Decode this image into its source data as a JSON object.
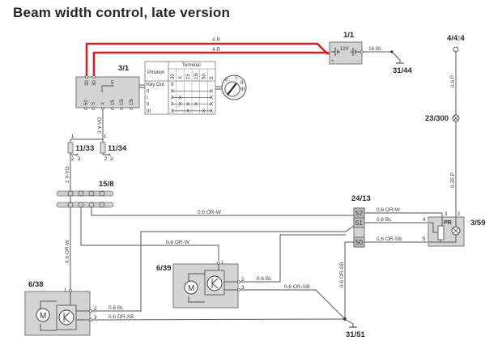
{
  "title": "Beam width control, late version",
  "components": {
    "battery": {
      "id": "1/1",
      "voltage": "12V",
      "plus": "+",
      "minus": "-"
    },
    "ground_top": {
      "id": "31/44"
    },
    "ignition_switch": {
      "id": "3/1",
      "top_terminals": [
        "30",
        "30"
      ],
      "inner_label": "5",
      "bottom_terminals": [
        "50",
        "S",
        "X",
        "15",
        "15i",
        "15i"
      ]
    },
    "terminal_table": {
      "position_header": "Position",
      "terminal_header": "Terminal",
      "columns": [
        "30",
        "X",
        "15",
        "15i",
        "50",
        "5"
      ],
      "rows": [
        {
          "pos": "Key Out",
          "marks": [
            "X",
            "",
            "",
            "",
            "",
            ""
          ]
        },
        {
          "pos": "0",
          "marks": [
            "X",
            "",
            "",
            "",
            "",
            "X"
          ]
        },
        {
          "pos": "I",
          "marks": [
            "X",
            "X",
            "",
            "",
            "",
            "X"
          ]
        },
        {
          "pos": "II",
          "marks": [
            "X",
            "X",
            "X",
            "X",
            "",
            "X"
          ]
        },
        {
          "pos": "III",
          "marks": [
            "X",
            "",
            "X",
            "",
            "X",
            "X"
          ]
        }
      ]
    },
    "key_dial": {
      "marks": [
        "0",
        "I",
        "II",
        "III"
      ]
    },
    "fuse_a": {
      "id": "11/33",
      "pin1": "1",
      "pin2": "2",
      "pin3": "3"
    },
    "fuse_b": {
      "id": "11/34",
      "pin1": "1",
      "pin2": "2",
      "pin3": "3"
    },
    "connector_bus": {
      "id": "15/8"
    },
    "connector_24_13": {
      "id": "24/13",
      "pins": [
        "52",
        "51",
        "50"
      ]
    },
    "top_right_node": {
      "id": "4/4:4"
    },
    "bulb_23_300": {
      "id": "23/300"
    },
    "control_unit": {
      "id": "3/59",
      "inner_label": "PR",
      "pins": [
        "3",
        "2",
        "4",
        "5"
      ]
    },
    "motor_6_39": {
      "id": "6/39",
      "pins": [
        "1",
        "2",
        "3"
      ],
      "motor_letter": "M"
    },
    "motor_6_38": {
      "id": "6/38",
      "pins": [
        "1",
        "2",
        "3"
      ],
      "motor_letter": "M"
    },
    "ground_bottom": {
      "id": "31/51"
    }
  },
  "wires": {
    "red_top": "4 R",
    "red_bottom": "4 R",
    "battery_ground": "16 BL",
    "switch_x": "3 Y-VO",
    "fuse_out": "1 Y-VO",
    "vertical_top_right": "0.6 P",
    "vertical_mid_right": "0.35 P",
    "orw_long": "0.6   OR-W",
    "orw_mid": "0.6 OR-W",
    "orw_6_38": "0.6   OR-W",
    "pin52": "0.6   OR-W",
    "pin51": "0.6   BL",
    "pin50": "0.6   OR-SB",
    "vertical_orsb": "0.6  OR-SB",
    "m639_bl": "0.6  BL",
    "m639_orsb": "0.6   OR-SB",
    "m638_bl": "0.6   BL",
    "m638_orsb": "0.6   OR-SB"
  }
}
